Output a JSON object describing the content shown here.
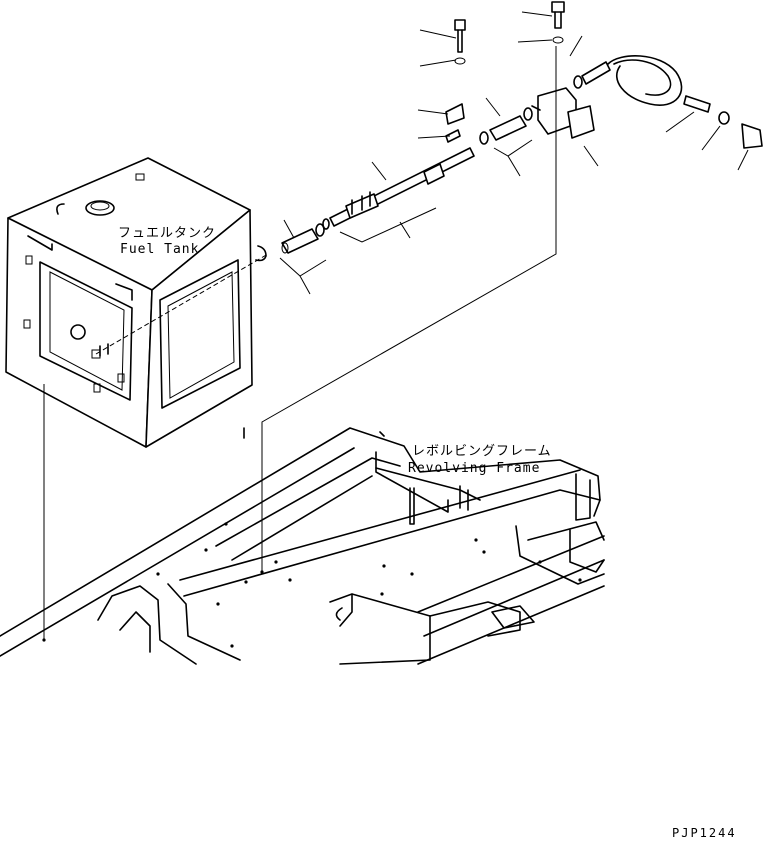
{
  "labels": {
    "fuel_tank_jp": "フュエルタンク",
    "fuel_tank_en": "Fuel Tank",
    "revolving_frame_jp": "レボルビングフレーム",
    "revolving_frame_en": "Revolving Frame",
    "drawing_code": "PJP1244"
  }
}
